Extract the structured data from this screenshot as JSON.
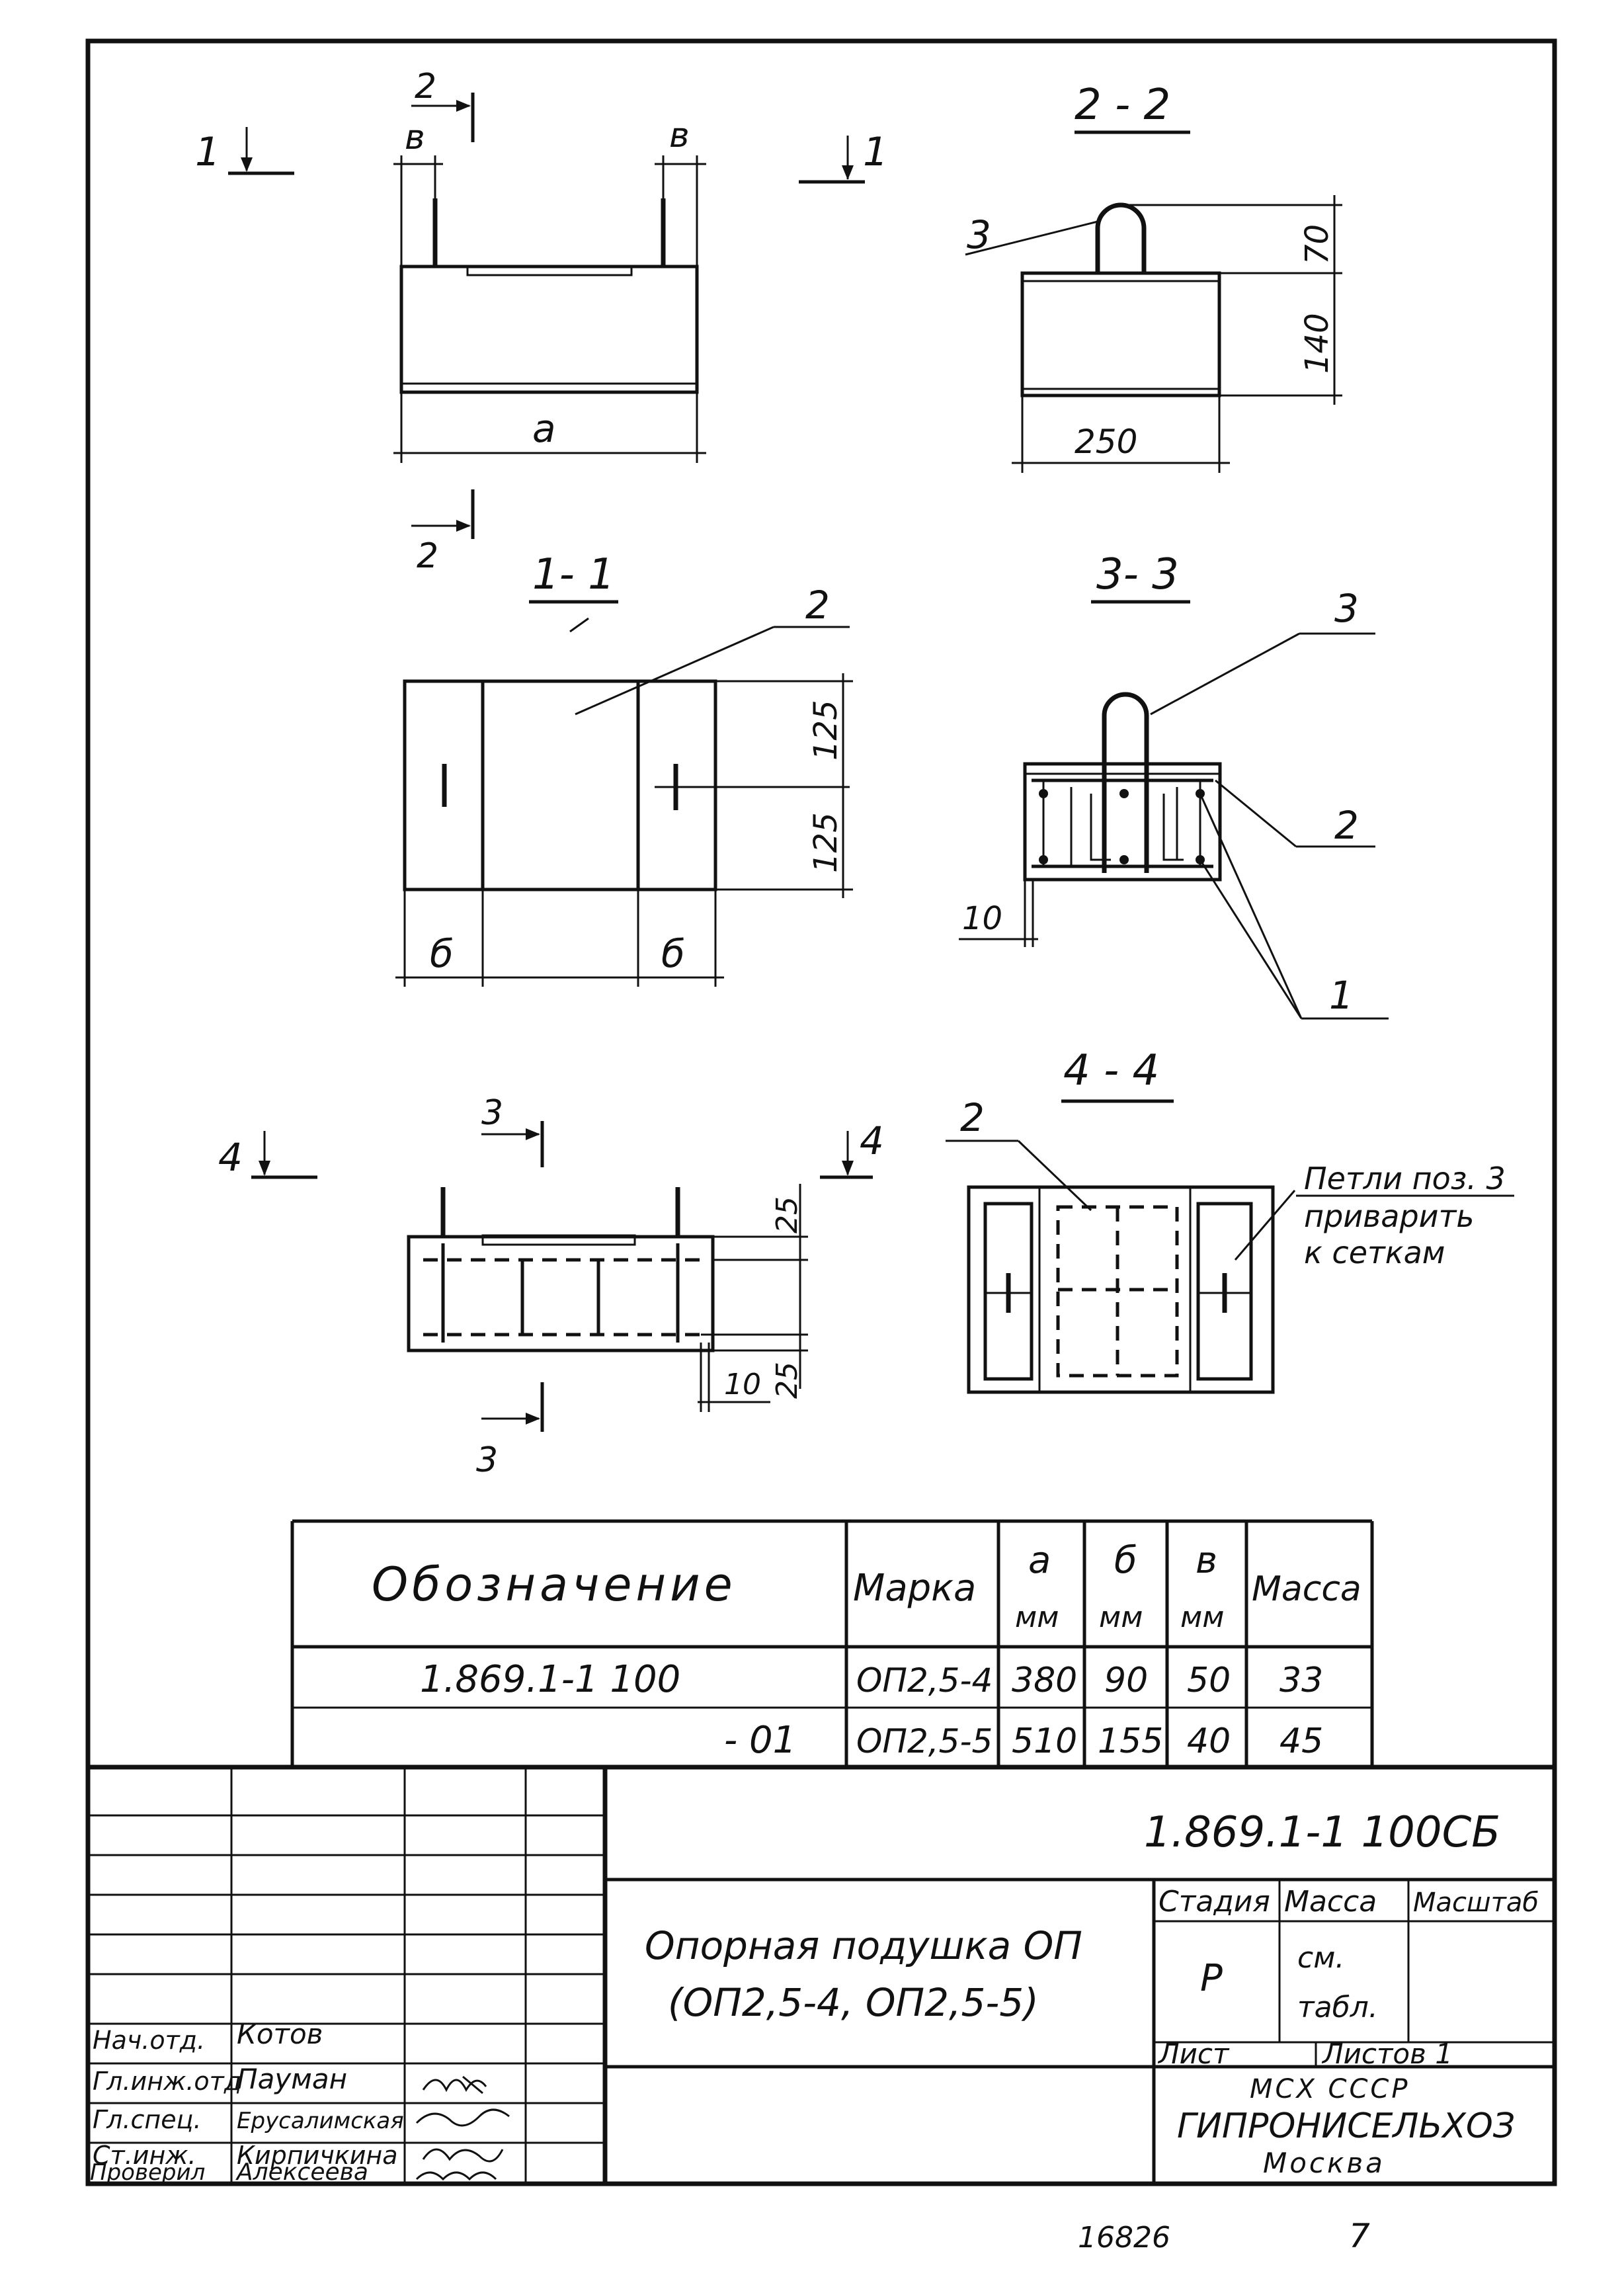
{
  "views": {
    "plan": {
      "section_mark_left": "1",
      "section_mark_right": "1",
      "cut_label_top": "2",
      "cut_label_bottom": "2",
      "dim_left": "в",
      "dim_right": "в",
      "dim_width": "а"
    },
    "section_2_2": {
      "title": "2 - 2",
      "callout": "3",
      "dim_loop": "70",
      "dim_height": "140",
      "dim_width": "250"
    },
    "section_1_1": {
      "title": "1- 1",
      "callout": "2",
      "dim_top": "125",
      "dim_bottom": "125",
      "dim_left": "б",
      "dim_right": "б"
    },
    "section_3_3": {
      "title": "3- 3",
      "callout_loop": "3",
      "callout_mesh": "2",
      "callout_bars": "1",
      "dim_cover": "10"
    },
    "elevation": {
      "section_mark_left": "4",
      "section_mark_right": "4",
      "cut_label_top": "3",
      "cut_label_bottom": "3",
      "dim_top": "25",
      "dim_bottom": "25",
      "dim_cover": "10"
    },
    "section_4_4": {
      "title": "4 - 4",
      "callout": "2",
      "note": [
        "Петли поз. 3",
        "приварить",
        "к сеткам"
      ]
    }
  },
  "spec_table": {
    "headers": {
      "designation": "Обозначение",
      "mark": "Марка",
      "a": "а",
      "b": "б",
      "v": "в",
      "unit": "мм",
      "mass": "Масса"
    },
    "rows": [
      {
        "designation": "1.869.1-1 100",
        "mark": "ОП2,5-4",
        "a": "380",
        "b": "90",
        "v": "50",
        "mass": "33"
      },
      {
        "designation": "- 01",
        "mark": "ОП2,5-5",
        "a": "510",
        "b": "155",
        "v": "40",
        "mass": "45"
      }
    ]
  },
  "title_block": {
    "doc_code": "1.869.1-1 100СБ",
    "title_line1": "Опорная подушка ОП",
    "title_line2": "(ОП2,5-4, ОП2,5-5)",
    "stage_label": "Стадия",
    "stage_value": "Р",
    "mass_label": "Масса",
    "mass_value_1": "см.",
    "mass_value_2": "табл.",
    "scale_label": "Масштаб",
    "sheet_label": "Лист",
    "sheets_label": "Листов 1",
    "org_line1": "МСХ СССР",
    "org_line2": "ГИПРОНИСЕЛЬХОЗ",
    "org_line3": "Москва",
    "roles": [
      {
        "role": "Нач.отд.",
        "name": "Котов"
      },
      {
        "role": "Гл.инж.отд",
        "name": "Пауман"
      },
      {
        "role": "Гл.спец.",
        "name": "Ерусалимская"
      },
      {
        "role": "Ст.инж.",
        "name": "Кирпичкина"
      },
      {
        "role": "Проверил",
        "name": "Алексеева"
      }
    ]
  },
  "footer": {
    "inventory_number": "16826",
    "page_number": "7"
  }
}
